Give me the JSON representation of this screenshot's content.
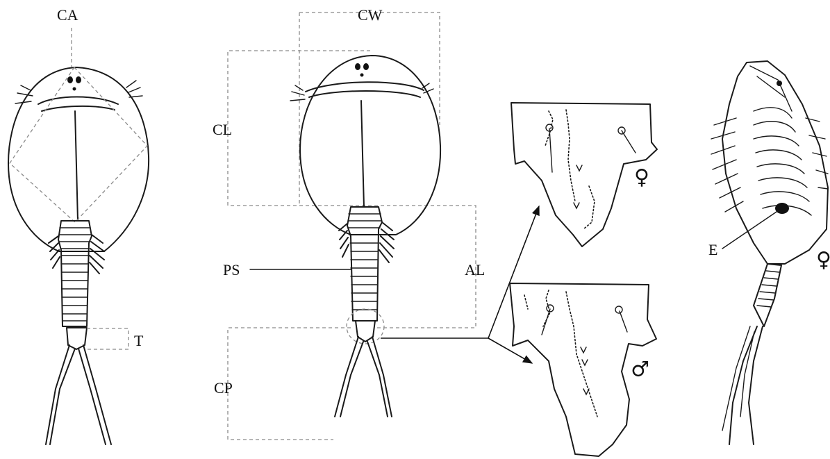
{
  "labels": {
    "ca": "CA",
    "cw": "CW",
    "cl": "CL",
    "ps": "PS",
    "al": "AL",
    "t": "T",
    "cp": "CP",
    "e": "E"
  },
  "symbols": {
    "female_plate": "♀",
    "male_plate": "♂",
    "female_lateral": "♀"
  }
}
